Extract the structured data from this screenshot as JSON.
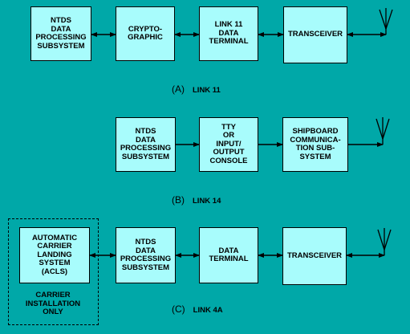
{
  "diagrams": {
    "link11": {
      "caption_paren": "(A)",
      "caption_link": "LINK 11",
      "boxes": {
        "ntds": "NTDS\nDATA\nPROCESSING\nSUBSYSTEM",
        "crypto": "CRYPTO-\nGRAPHIC",
        "terminal": "LINK 11\nDATA\nTERMINAL",
        "transceiver": "TRANSCEIVER"
      }
    },
    "link14": {
      "caption_paren": "(B)",
      "caption_link": "LINK 14",
      "boxes": {
        "ntds": "NTDS\nDATA\nPROCESSING\nSUBSYSTEM",
        "console": "TTY\nOR\nINPUT/\nOUTPUT\nCONSOLE",
        "shipboard": "SHIPBOARD\nCOMMUNICA-\nTION SUB-\nSYSTEM"
      }
    },
    "link4a": {
      "caption_paren": "(C)",
      "caption_link": "LINK 4A",
      "boxes": {
        "acls": "AUTOMATIC\nCARRIER\nLANDING\nSYSTEM\n(ACLS)",
        "ntds": "NTDS\nDATA\nPROCESSING\nSUBSYSTEM",
        "terminal": "DATA\nTERMINAL",
        "transceiver": "TRANSCEIVER"
      },
      "note": "CARRIER\nINSTALLATION\nONLY"
    }
  },
  "colors": {
    "background": "#00a8a8",
    "box_fill": "#a8fcfc",
    "line": "#000000"
  },
  "icons": {
    "antenna": "antenna-icon",
    "arrow": "arrowhead-icon"
  }
}
